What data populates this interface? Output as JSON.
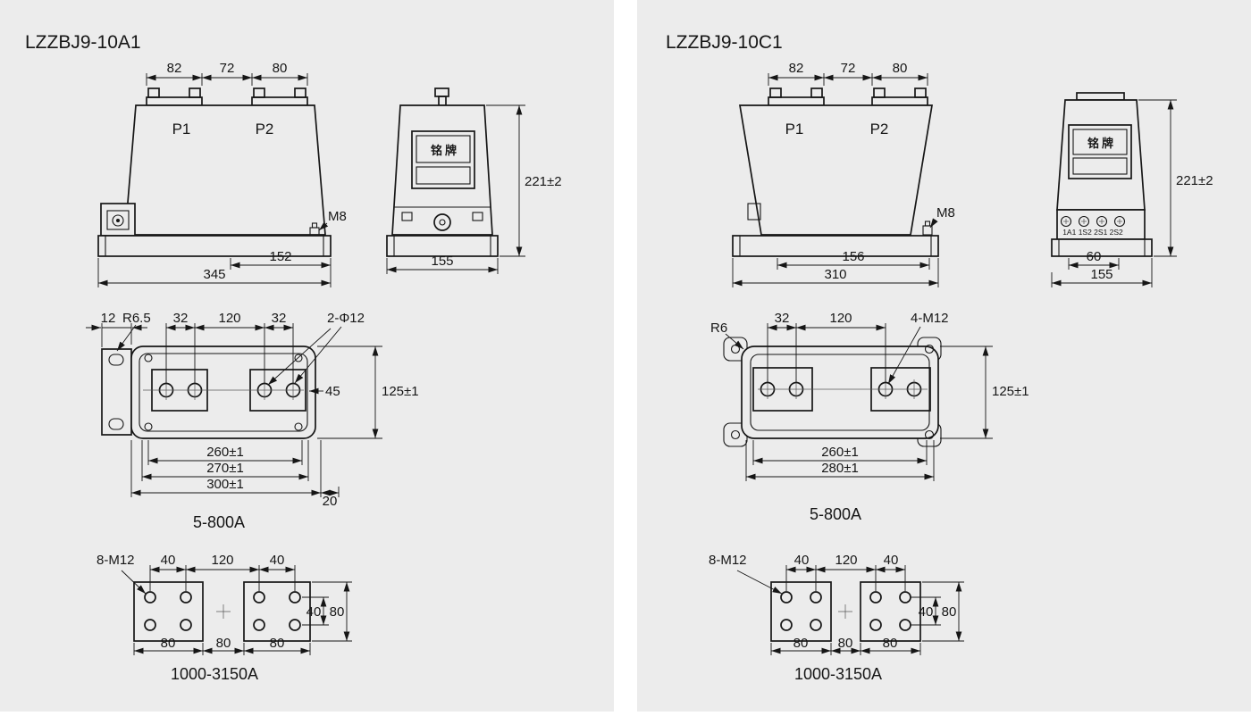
{
  "panels": {
    "left": {
      "title": "LZZBJ9-10A1",
      "front": {
        "dims_top": [
          "82",
          "72",
          "80"
        ],
        "p1": "P1",
        "p2": "P2",
        "m8": "M8",
        "dim_inner": "152",
        "dim_width": "345"
      },
      "side": {
        "nameplate": "铭牌",
        "dim_height": "221±2",
        "dim_depth": "155"
      },
      "base": {
        "dim_plate": "12",
        "radius": "R6.5",
        "dim_hole_l": "32",
        "dim_center": "120",
        "dim_hole_r": "32",
        "holes_label": "2-Φ12",
        "dim_window": "45",
        "dim_height": "125±1",
        "dim_b1": "260±1",
        "dim_b2": "270±1",
        "dim_b3": "300±1",
        "dim_edge": "20",
        "range_label": "5-800A"
      },
      "pads": {
        "bolts_label": "8-M12",
        "dim_l": "40",
        "dim_c": "120",
        "dim_r": "40",
        "dim_hole_v": "40",
        "dim_pad_v": "80",
        "dim_p1": "80",
        "dim_gap": "80",
        "dim_p2": "80",
        "range_label": "1000-3150A"
      }
    },
    "right": {
      "title": "LZZBJ9-10C1",
      "front": {
        "dims_top": [
          "82",
          "72",
          "80"
        ],
        "p1": "P1",
        "p2": "P2",
        "m8": "M8",
        "dim_inner": "156",
        "dim_width": "310"
      },
      "side": {
        "nameplate": "铭牌",
        "terminals": "1A1 1S2 2S1 2S2",
        "dim_height": "221±2",
        "dim_terms": "60",
        "dim_depth": "155"
      },
      "base": {
        "radius": "R6",
        "dim_hole_l": "32",
        "dim_center": "120",
        "bolts_label": "4-M12",
        "dim_height": "125±1",
        "dim_b1": "260±1",
        "dim_b2": "280±1",
        "range_label": "5-800A"
      },
      "pads": {
        "bolts_label": "8-M12",
        "dim_l": "40",
        "dim_c": "120",
        "dim_r": "40",
        "dim_hole_v": "40",
        "dim_pad_v": "80",
        "dim_p1": "80",
        "dim_gap": "80",
        "dim_p2": "80",
        "range_label": "1000-3150A"
      }
    }
  }
}
